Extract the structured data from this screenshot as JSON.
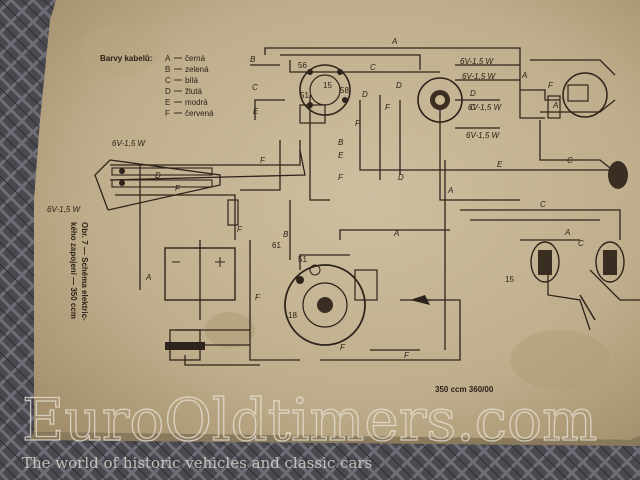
{
  "legend": {
    "title": "Barvy kabelů:",
    "items": [
      {
        "code": "A",
        "color": "černá"
      },
      {
        "code": "B",
        "color": "zelená"
      },
      {
        "code": "C",
        "color": "bílá"
      },
      {
        "code": "D",
        "color": "žlutá"
      },
      {
        "code": "E",
        "color": "modrá"
      },
      {
        "code": "F",
        "color": "červená"
      }
    ]
  },
  "figure_caption": {
    "line1": "Obr. 7 — Schéma elektric-",
    "line2": "kého zapojení — 350 ccm"
  },
  "footer_text": "350 ccm 360/00",
  "bulb_ratings": {
    "front_left": "6V-1,5 W",
    "front_left_lower": "6V-1,5 W",
    "top_1": "6V-1,5 W",
    "top_2": "6V-1,5 W",
    "right_1": "6V-1,5 W",
    "right_2": "6V-1,5 W"
  },
  "terminals": {
    "t56": "56",
    "t15": "15",
    "t51": "51",
    "t58": "58",
    "t61": "61",
    "t51b": "51",
    "t18": "18",
    "t15b": "15"
  },
  "watermark": {
    "name": "EuroOldtimers.com",
    "tagline": "The world of historic vehicles and classic cars"
  }
}
